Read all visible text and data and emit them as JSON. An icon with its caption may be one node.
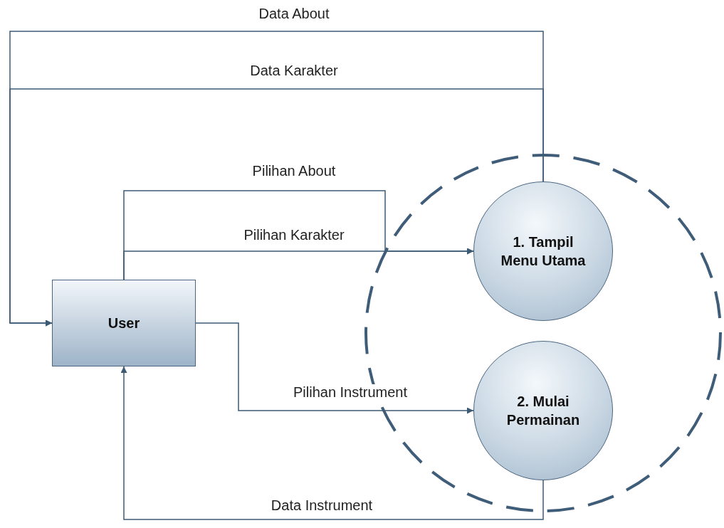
{
  "diagram": {
    "nodes": [
      {
        "text": [],
        "shape": "circle"
      },
      {
        "text": [
          "1. Tampil Menu Utama"
        ],
        "in": 0
      },
      {
        "text": [
          "User"
        ]
      },
      {
        "text": [
          "2. Mulai Permainan"
        ],
        "in": 0
      }
    ],
    "edges": [
      {
        "from": 1,
        "to": 2,
        "arrow": "to",
        "label": "Data About"
      },
      {
        "from": 1,
        "to": 2,
        "arrow": "to",
        "label": "Data Karakter"
      },
      {
        "from": 2,
        "to": 1,
        "arrow": "to",
        "label": "Pilihan About"
      },
      {
        "from": 2,
        "to": 1,
        "arrow": "to",
        "label": "Pilihan Karakter"
      },
      {
        "from": 2,
        "to": 3,
        "arrow": "to",
        "label": "Pilihan Instrument"
      },
      {
        "from": 3,
        "to": 2,
        "arrow": "to",
        "label": "Data Instrument"
      }
    ]
  }
}
